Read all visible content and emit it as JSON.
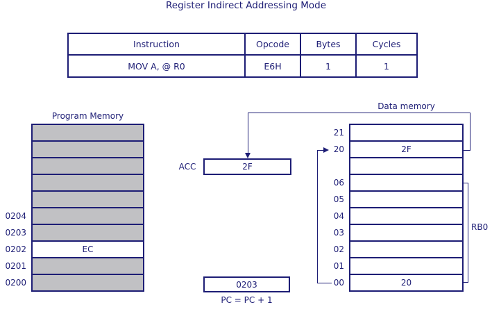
{
  "title": "Register Indirect Addressing Mode",
  "colors": {
    "navy": "#1d1d75",
    "cell_gray": "#c1c1c4",
    "background": "#ffffff"
  },
  "instruction_table": {
    "headers": [
      "Instruction",
      "Opcode",
      "Bytes",
      "Cycles"
    ],
    "row": [
      "MOV A, @ R0",
      "E6H",
      "1",
      "1"
    ]
  },
  "program_memory": {
    "label": "Program Memory",
    "rows": [
      {
        "addr": "",
        "value": "",
        "filled": true
      },
      {
        "addr": "",
        "value": "",
        "filled": true
      },
      {
        "addr": "",
        "value": "",
        "filled": true
      },
      {
        "addr": "",
        "value": "",
        "filled": true
      },
      {
        "addr": "",
        "value": "",
        "filled": true
      },
      {
        "addr": "0204",
        "value": "",
        "filled": true
      },
      {
        "addr": "0203",
        "value": "",
        "filled": true
      },
      {
        "addr": "0202",
        "value": "EC",
        "filled": false
      },
      {
        "addr": "0201",
        "value": "",
        "filled": true
      },
      {
        "addr": "0200",
        "value": "",
        "filled": true
      }
    ]
  },
  "accumulator": {
    "label": "ACC",
    "value": "2F"
  },
  "data_memory": {
    "label": "Data memory",
    "register_bank_label": "RB0",
    "rows": [
      {
        "addr": "21",
        "value": "",
        "filled": false
      },
      {
        "addr": "20",
        "value": "2F",
        "filled": false
      },
      {
        "addr": "",
        "value": "",
        "filled": false
      },
      {
        "addr": "06",
        "value": "",
        "filled": false
      },
      {
        "addr": "05",
        "value": "",
        "filled": false
      },
      {
        "addr": "04",
        "value": "",
        "filled": false
      },
      {
        "addr": "03",
        "value": "",
        "filled": false
      },
      {
        "addr": "02",
        "value": "",
        "filled": false
      },
      {
        "addr": "01",
        "value": "",
        "filled": false
      },
      {
        "addr": "00",
        "value": "20",
        "filled": false
      }
    ]
  },
  "program_counter": {
    "value": "0203",
    "caption": "PC = PC + 1"
  }
}
